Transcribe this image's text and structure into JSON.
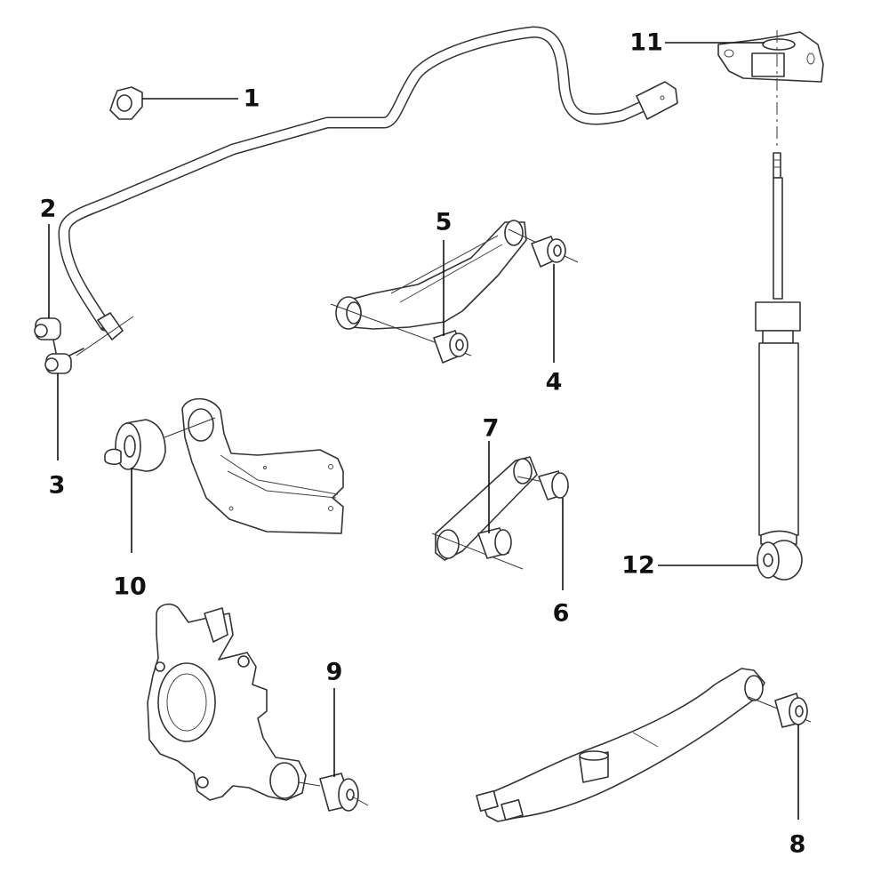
{
  "diagram": {
    "type": "exploded parts diagram",
    "subject": "rear suspension components",
    "background_color": "#ffffff",
    "line_color": "#333333",
    "callouts": [
      {
        "id": "1",
        "label": "1"
      },
      {
        "id": "2",
        "label": "2"
      },
      {
        "id": "3",
        "label": "3"
      },
      {
        "id": "4",
        "label": "4"
      },
      {
        "id": "5",
        "label": "5"
      },
      {
        "id": "6",
        "label": "6"
      },
      {
        "id": "7",
        "label": "7"
      },
      {
        "id": "8",
        "label": "8"
      },
      {
        "id": "9",
        "label": "9"
      },
      {
        "id": "10",
        "label": "10"
      },
      {
        "id": "11",
        "label": "11"
      },
      {
        "id": "12",
        "label": "12"
      }
    ]
  }
}
